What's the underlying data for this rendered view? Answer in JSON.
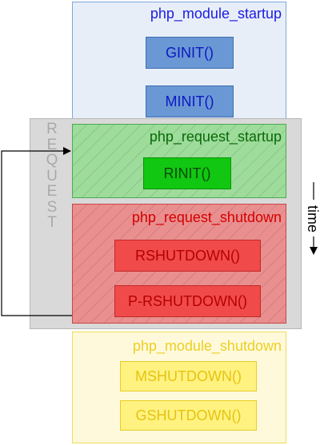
{
  "phases": {
    "module_startup": {
      "title": "php_module_startup",
      "functions": [
        "GINIT()",
        "MINIT()"
      ]
    },
    "request": {
      "label": "REQUEST"
    },
    "request_startup": {
      "title": "php_request_startup",
      "functions": [
        "RINIT()"
      ]
    },
    "request_shutdown": {
      "title": "php_request_shutdown",
      "functions": [
        "RSHUTDOWN()",
        "P-RSHUTDOWN()"
      ]
    },
    "module_shutdown": {
      "title": "php_module_shutdown",
      "functions": [
        "MSHUTDOWN()",
        "GSHUTDOWN()"
      ]
    }
  },
  "time_axis": {
    "label": "time"
  },
  "colors": {
    "module_startup": "#6a98d4",
    "request_startup": "#11c711",
    "request_shutdown": "#f04a4a",
    "module_shutdown": "#fff280",
    "request": "#d9d9d9"
  }
}
